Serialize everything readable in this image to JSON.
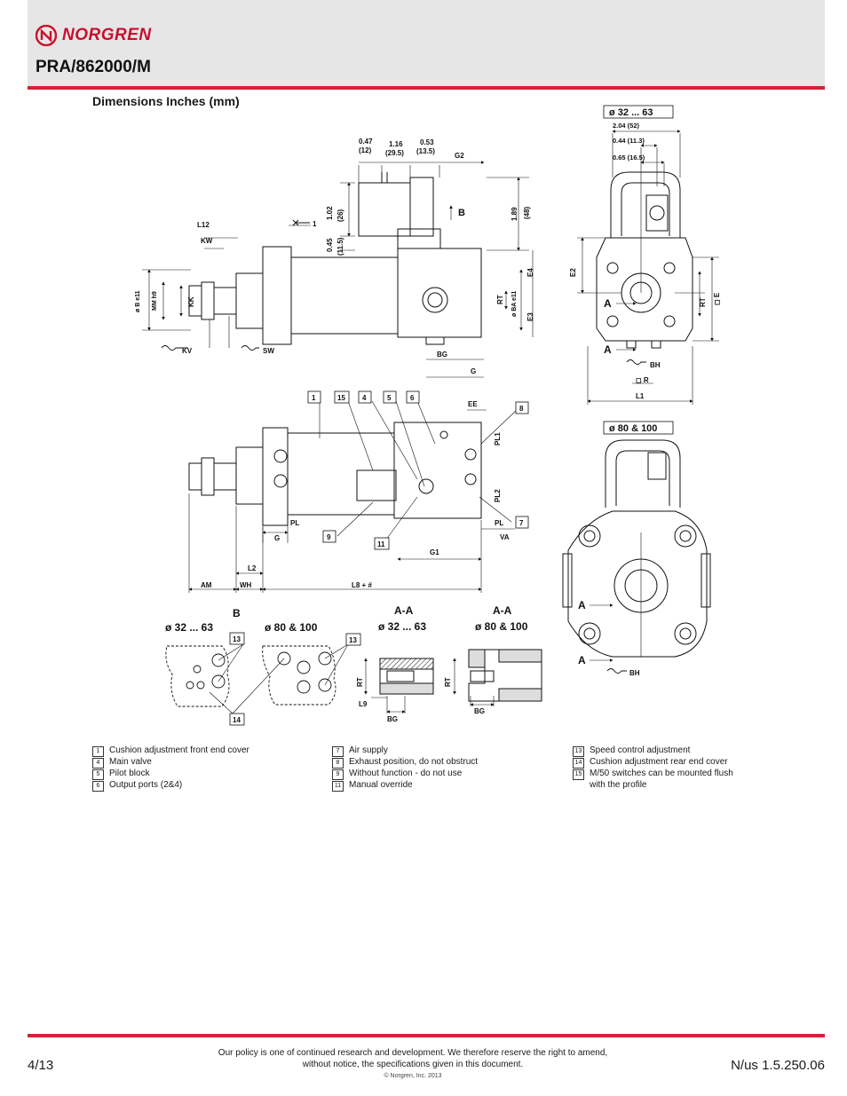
{
  "header": {
    "brand": "NORGREN",
    "doc_title": "PRA/862000/M"
  },
  "section": {
    "title": "Dimensions Inches (mm)"
  },
  "drawing": {
    "side_view": {
      "dim_047": "0.47",
      "dim_047_mm": "(12)",
      "dim_116": "1.16",
      "dim_116_mm": "(29.5)",
      "dim_053": "0.53",
      "dim_053_mm": "(13.5)",
      "g2": "G2",
      "dim_102": "1.02",
      "dim_102_mm": "(26)",
      "dim_045": "0.45",
      "dim_045_mm": "(11.5)",
      "dim_189": "1.89",
      "dim_189_mm": "(48)",
      "b_arrow": "B",
      "l12": "L12",
      "kw": "KW",
      "one": "1",
      "b_e11": "ø B e11",
      "mm_h9": "MM h9",
      "kk": "KK",
      "rt": "RT",
      "ba_e11": "ø BA e11",
      "e4": "E4",
      "e3": "E3",
      "kv": "KV",
      "sw": "SW",
      "bg": "BG",
      "g": "G"
    },
    "top_view": {
      "callouts": [
        "1",
        "15",
        "4",
        "5",
        "6"
      ],
      "ee": "EE",
      "c8": "8",
      "pl1": "PL1",
      "pl2": "PL2",
      "pl_left": "PL",
      "pl_right": "PL",
      "c7": "7",
      "g": "G",
      "c9": "9",
      "c11": "11",
      "va": "VA",
      "g1": "G1",
      "l2": "L2",
      "am": "AM",
      "wh": "WH",
      "l8": "L8 + #"
    },
    "end_view_small": {
      "label": "ø 32 ... 63",
      "dim_204": "2.04 (52)",
      "dim_044": "0.44 (11.3)",
      "dim_065": "0.65 (16.5)",
      "e2": "E2",
      "rt": "RT",
      "e_sq": "◻ E",
      "a1": "A",
      "a2": "A",
      "bh": "BH",
      "r_sq": "◻ R",
      "l1": "L1"
    },
    "end_view_large": {
      "label": "ø 80 & 100",
      "a1": "A",
      "a2": "A",
      "bh": "BH"
    },
    "view_b": {
      "title": "B",
      "left_label": "ø 32 ... 63",
      "right_label": "ø 80 & 100",
      "c13_left": "13",
      "c13_right": "13",
      "c14": "14"
    },
    "section_aa_small": {
      "title": "A-A",
      "label": "ø 32 ... 63",
      "rt": "RT",
      "l9": "L9",
      "bg": "BG"
    },
    "section_aa_large": {
      "title": "A-A",
      "label": "ø 80 & 100",
      "rt": "RT",
      "bg": "BG"
    }
  },
  "legend": {
    "col1": [
      {
        "num": "1",
        "text": "Cushion adjustment front end cover"
      },
      {
        "num": "4",
        "text": "Main valve"
      },
      {
        "num": "5",
        "text": "Pilot block"
      },
      {
        "num": "6",
        "text": "Output ports (2&4)"
      }
    ],
    "col2": [
      {
        "num": "7",
        "text": "Air supply"
      },
      {
        "num": "8",
        "text": "Exhaust position, do not obstruct"
      },
      {
        "num": "9",
        "text": "Without function - do not use"
      },
      {
        "num": "11",
        "text": "Manual override"
      }
    ],
    "col3": [
      {
        "num": "13",
        "text": "Speed control adjustment"
      },
      {
        "num": "14",
        "text": "Cushion adjustment rear end cover"
      },
      {
        "num": "15",
        "text": "M/50 switches can be mounted flush with the profile"
      }
    ]
  },
  "footer": {
    "page": "4/13",
    "policy_line1": "Our policy is one of continued research and development. We therefore reserve the right to amend,",
    "policy_line2": "without notice, the specifications given in this document.",
    "copyright": "© Norgren, Inc. 2013",
    "doc_code": "N/us 1.5.250.06"
  },
  "colors": {
    "brand_red": "#d4223a",
    "header_gray": "#e6e6e6"
  }
}
